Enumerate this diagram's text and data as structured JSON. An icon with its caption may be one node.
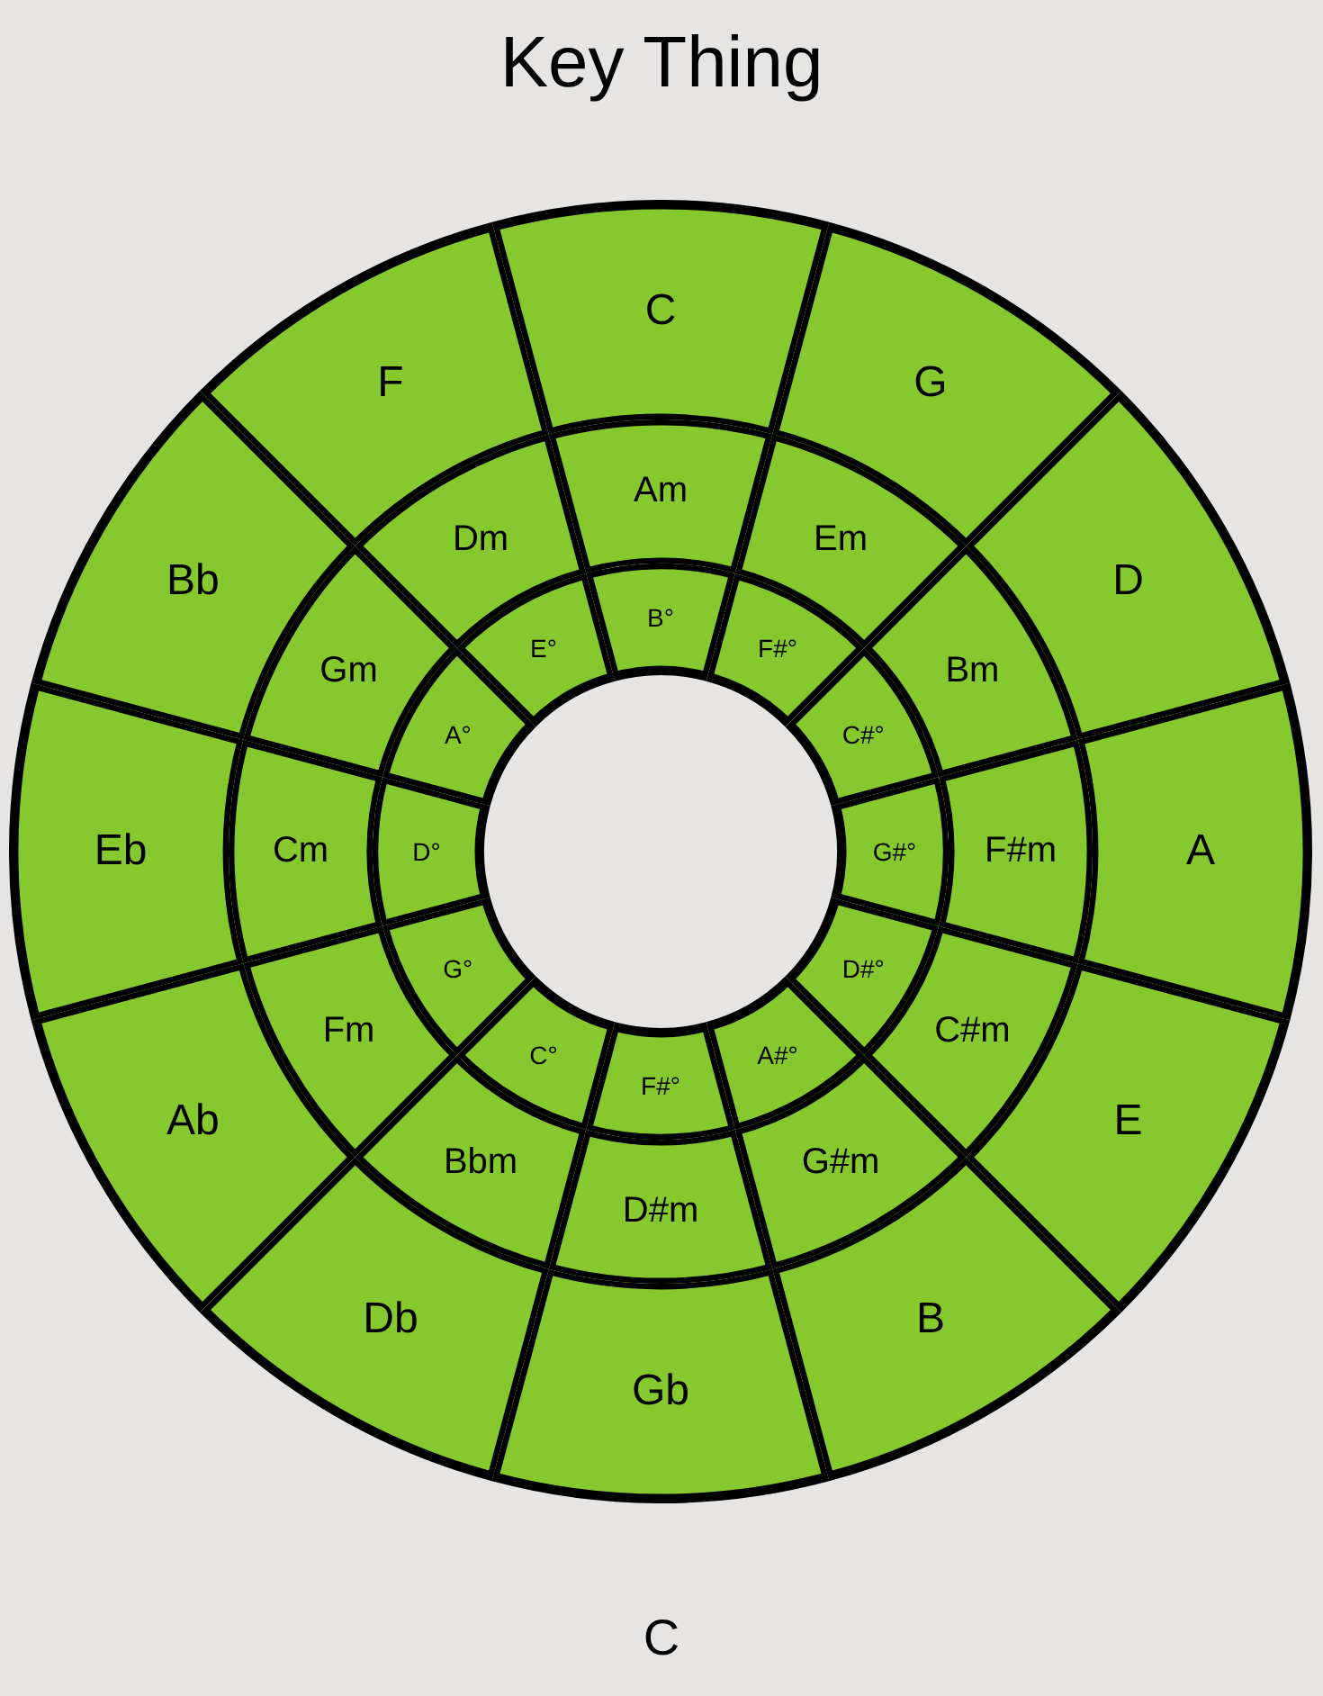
{
  "diagram": {
    "title": "Key Thing",
    "nodes": [
      {
        "text": [
          "C"
        ]
      },
      {
        "text": [
          "G"
        ]
      },
      {
        "text": [
          "D"
        ]
      },
      {
        "text": [
          "A"
        ]
      },
      {
        "text": [
          "E"
        ]
      },
      {
        "text": [
          "B"
        ]
      },
      {
        "text": [
          "Gb"
        ]
      },
      {
        "text": [
          "Db"
        ]
      },
      {
        "text": [
          "Ab"
        ]
      },
      {
        "text": [
          "Eb"
        ]
      },
      {
        "text": [
          "Bb"
        ]
      },
      {
        "text": [
          "F"
        ]
      },
      {
        "text": [
          "Am"
        ]
      },
      {
        "text": [
          "Em"
        ]
      },
      {
        "text": [
          "Bm"
        ]
      },
      {
        "text": [
          "F#m"
        ]
      },
      {
        "text": [
          "C#m"
        ]
      },
      {
        "text": [
          "G#m"
        ]
      },
      {
        "text": [
          "D#m"
        ]
      },
      {
        "text": [
          "Bbm"
        ]
      },
      {
        "text": [
          "Fm"
        ]
      },
      {
        "text": [
          "Cm"
        ]
      },
      {
        "text": [
          "Gm"
        ]
      },
      {
        "text": [
          "Dm"
        ]
      },
      {
        "text": [
          "B°"
        ]
      },
      {
        "text": [
          "F#°"
        ]
      },
      {
        "text": [
          "C#°"
        ]
      },
      {
        "text": [
          "G#°"
        ]
      },
      {
        "text": [
          "D#°"
        ]
      },
      {
        "text": [
          "A#°"
        ]
      },
      {
        "text": [
          "F#°"
        ]
      },
      {
        "text": [
          "C°"
        ]
      },
      {
        "text": [
          "G°"
        ]
      },
      {
        "text": [
          "D°"
        ]
      },
      {
        "text": [
          "A°"
        ]
      },
      {
        "text": [
          "E°"
        ]
      }
    ],
    "labels": [
      "C"
    ]
  }
}
